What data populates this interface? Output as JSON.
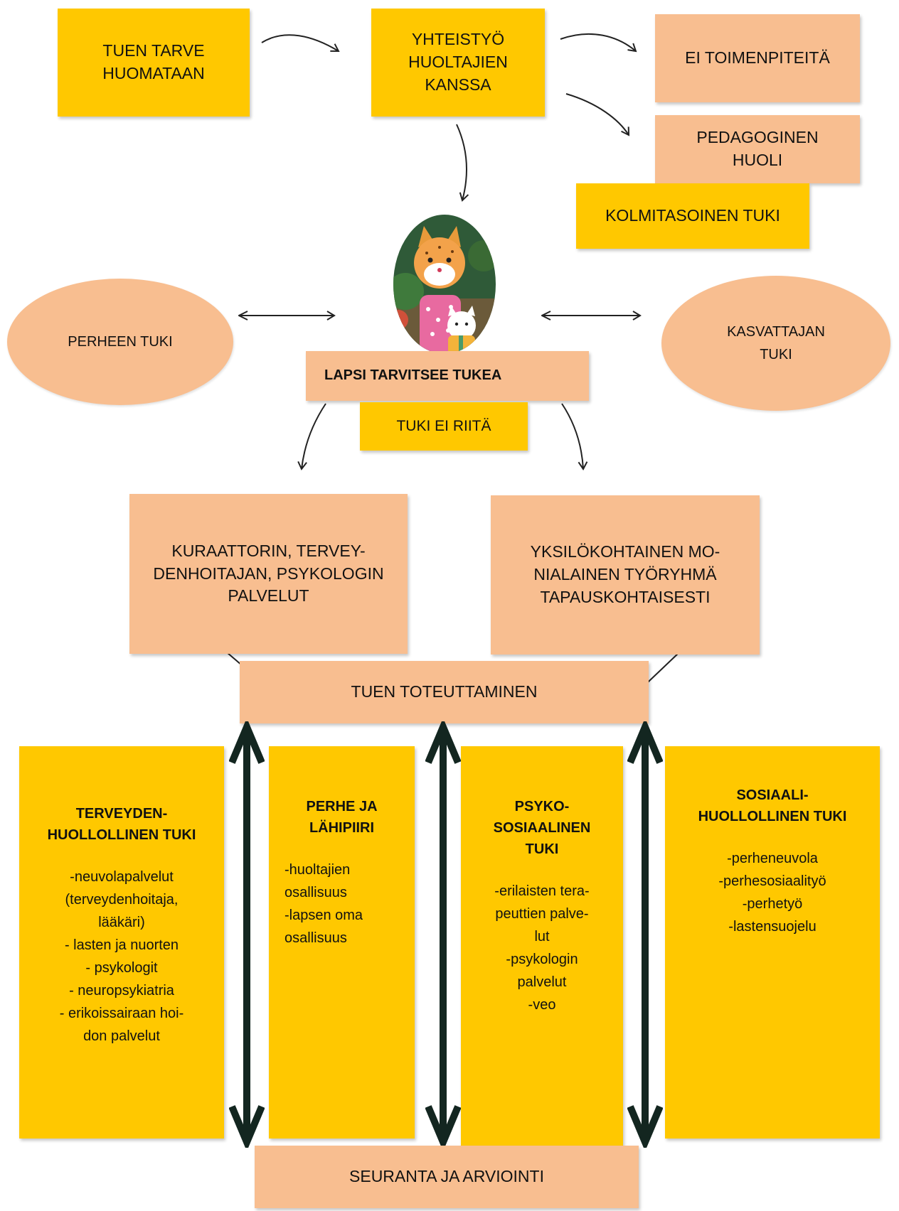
{
  "colors": {
    "yellow": "#FFC800",
    "peach": "#F8BE90",
    "arrow": "#222222",
    "big_arrow": "#132620"
  },
  "top": {
    "tuen_tarve": "TUEN TARVE\nHUOMATAAN",
    "yhteistyo": "YHTEISTYÖ\nHUOLTAJIEN\nKANSSA",
    "ei_toimenpiteita": "EI TOIMENPITEITÄ",
    "pedagoginen_huoli": "PEDAGOGINEN\nHUOLI",
    "kolmitasoinen_tuki": "KOLMITASOINEN TUKI"
  },
  "middle": {
    "illustration_icon": "cat-characters-illustration",
    "perheen_tuki": "PERHEEN TUKI",
    "kasvattajan_tuki": "KASVATTAJAN\nTUKI",
    "lapsi_tarvitsee_tukea": "LAPSI TARVITSEE TUKEA",
    "tuki_ei_riita": "TUKI EI RIITÄ"
  },
  "services": {
    "kuraattori": "KURAATTORIN, TERVEY-\nDENHOITAJAN, PSYKOLOGIN\nPALVELUT",
    "tyoryhma": "YKSILÖKOHTAINEN MO-\nNIALAINEN TYÖRYHMÄ\nTAPAUSKOHTAISESTI",
    "toteuttaminen": "TUEN TOTEUTTAMINEN"
  },
  "columns": [
    {
      "title": "TERVEYDEN-\nHUOLLOLLINEN TUKI",
      "items": "-neuvolapalvelut\n(terveydenhoitaja,\nlääkäri)\n- lasten ja nuorten\n- psykologit\n- neuropsykiatria\n- erikoissairaan hoi-\ndon palvelut"
    },
    {
      "title": "PERHE JA\nLÄHIPIIRI",
      "items": "-huoltajien\nosallisuus\n-lapsen oma\nosallisuus"
    },
    {
      "title": "PSYKO-\nSOSIAALINEN\nTUKI",
      "items": "-erilaisten tera-\npeuttien palve-\nlut\n-psykologin\npalvelut\n-veo"
    },
    {
      "title": "SOSIAALI-\nHUOLLOLLINEN TUKI",
      "items": "-perheneuvola\n-perhesosiaalityö\n-perhetyö\n-lastensuojelu"
    }
  ],
  "bottom": {
    "seuranta": "SEURANTA JA ARVIOINTI"
  }
}
